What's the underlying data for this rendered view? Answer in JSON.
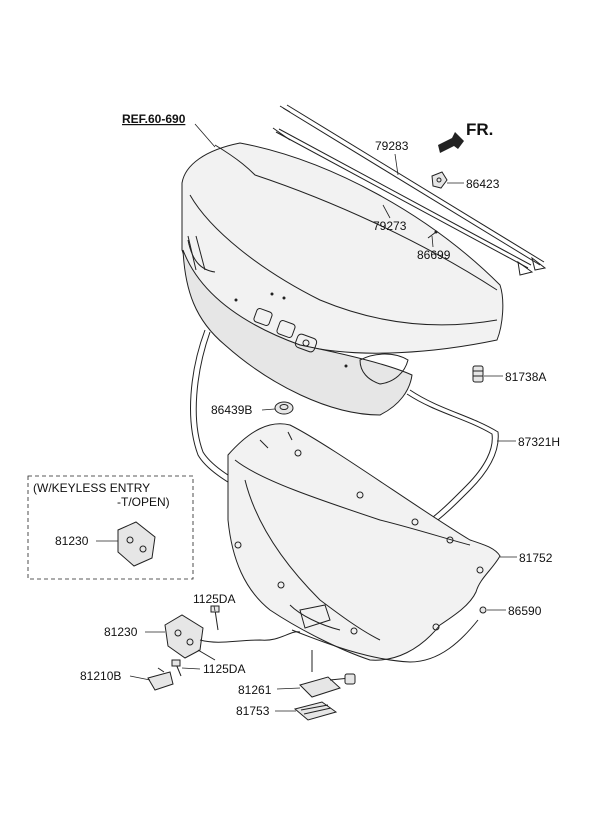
{
  "ref_label": "REF.60-690",
  "direction_label": "FR.",
  "keyless_box": {
    "line1": "(W/KEYLESS ENTRY",
    "line2": "-T/OPEN)",
    "part": "81230"
  },
  "parts": {
    "p79283": "79283",
    "p86423": "86423",
    "p79273": "79273",
    "p86699": "86699",
    "p81738A": "81738A",
    "p86439B": "86439B",
    "p87321H": "87321H",
    "p81752": "81752",
    "p86590": "86590",
    "p1125DA_top": "1125DA",
    "p81230": "81230",
    "p81210B": "81210B",
    "p1125DA_bottom": "1125DA",
    "p81261": "81261",
    "p81753": "81753"
  }
}
